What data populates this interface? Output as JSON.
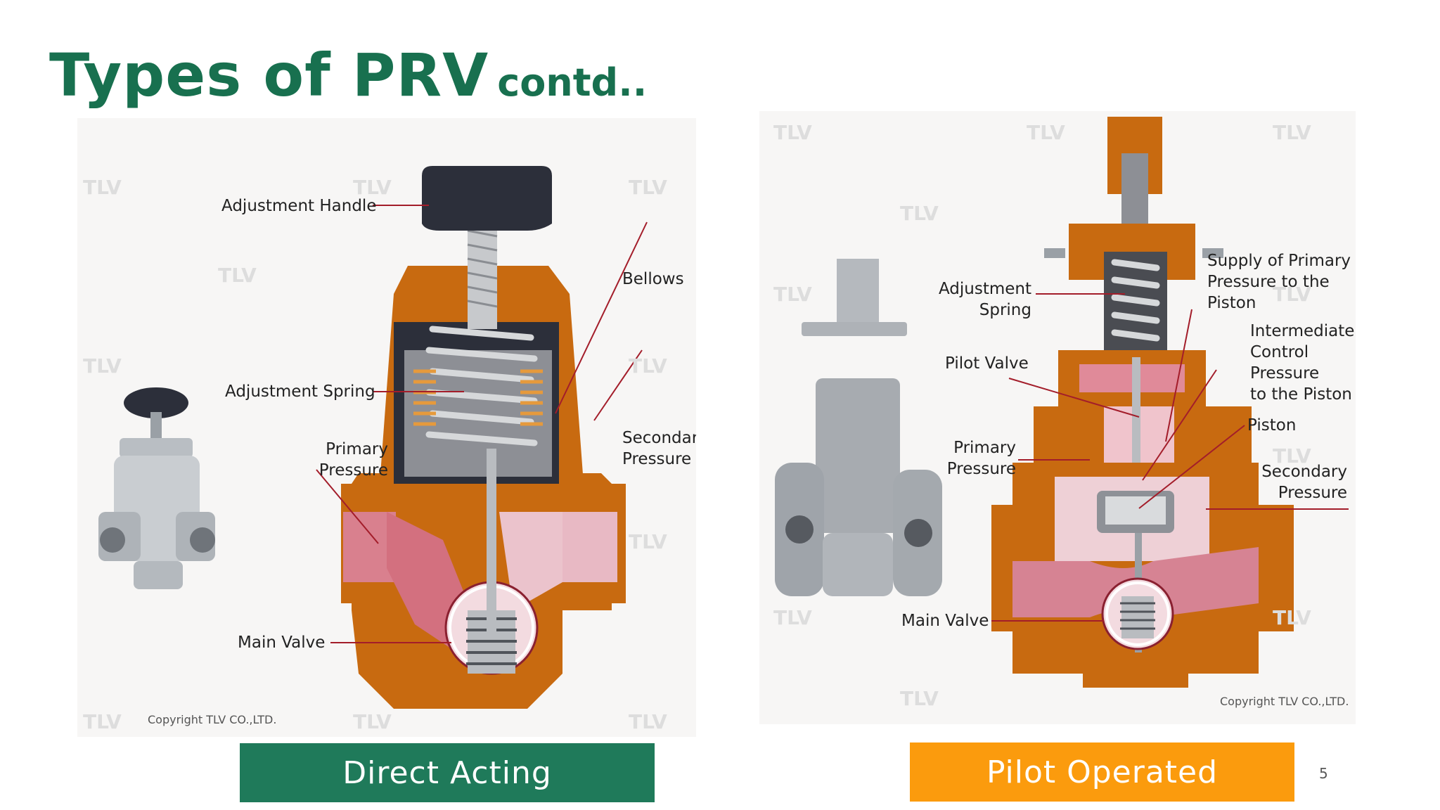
{
  "slide": {
    "title": "Types of PRV",
    "title_suffix": "contd..",
    "page_number": "5",
    "colors": {
      "title": "#18704f",
      "direct_banner": "#1f7a5a",
      "pilot_banner": "#fb9b0d",
      "valve_body": "#c86a10"
    }
  },
  "direct_acting": {
    "banner": "Direct Acting",
    "labels": {
      "adjustment_handle": "Adjustment Handle",
      "bellows": "Bellows",
      "adjustment_spring": "Adjustment Spring",
      "secondary_pressure": "Secondary\nPressure",
      "primary_pressure": "Primary\nPressure",
      "main_valve": "Main Valve"
    },
    "watermark": "TLV",
    "copyright": "Copyright TLV CO.,LTD."
  },
  "pilot_operated": {
    "banner": "Pilot Operated",
    "labels": {
      "supply": "Supply of Primary\nPressure to the\nPiston",
      "adjustment_spring": "Adjustment\nSpring",
      "intermediate": "Intermediate\nControl\nPressure\nto the Piston",
      "pilot_valve": "Pilot Valve",
      "piston": "Piston",
      "primary_pressure": "Primary\nPressure",
      "secondary_pressure": "Secondary\nPressure",
      "main_valve": "Main Valve"
    },
    "watermark": "TLV",
    "copyright": "Copyright TLV CO.,LTD."
  }
}
